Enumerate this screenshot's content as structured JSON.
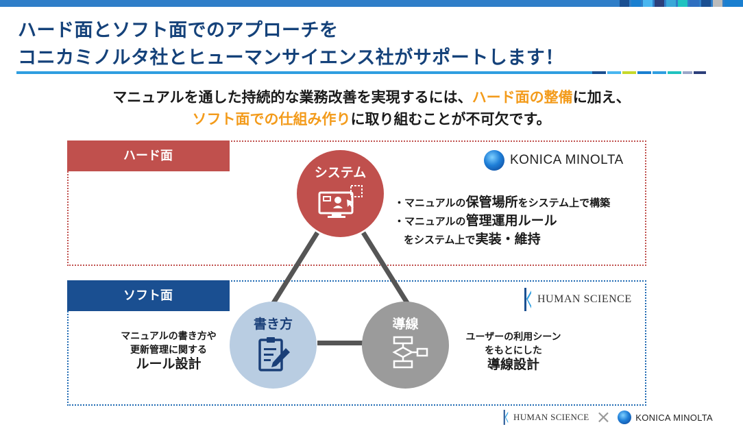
{
  "header": {
    "title_line1": "ハード面とソフト面でのアプローチを",
    "title_line2": "コニカミノルタ社とヒューマンサイエンス社がサポートします！"
  },
  "intro": {
    "line1_a": "マニュアルを通した持続的な業務改善を実現するには、",
    "line1_highlight": "ハード面の整備",
    "line1_b": "に加え、",
    "line2_highlight": "ソフト面での仕組み作り",
    "line2_b": "に取り組むことが不可欠です。"
  },
  "hard_section": {
    "tag": "ハード面",
    "logo_text": "KONICA MINOLTA",
    "circle_label": "システム",
    "bullet1_a": "・マニュアルの",
    "bullet1_b": "保管場所",
    "bullet1_c": "をシステム上で構築",
    "bullet2_a": "・マニュアルの",
    "bullet2_b": "管理運用ルール",
    "bullet2_c": "をシステム上で",
    "bullet2_d": "実装・維持"
  },
  "soft_section": {
    "tag": "ソフト面",
    "logo_text": "HUMAN SCIENCE",
    "write_label": "書き方",
    "write_desc1": "マニュアルの書き方や",
    "write_desc2": "更新管理に関する",
    "write_desc3": "ルール設計",
    "flow_label": "導線",
    "flow_desc1": "ユーザーの利用シーン",
    "flow_desc2": "をもとにした",
    "flow_desc3": "導線設計"
  },
  "footer": {
    "left_logo": "HUMAN SCIENCE",
    "separator": "×",
    "right_logo": "KONICA MINOLTA"
  },
  "colors": {
    "accent_orange": "#f39b1b",
    "hard_red": "#c0504d",
    "soft_blue": "#1a4f91",
    "title_navy": "#15427a"
  }
}
